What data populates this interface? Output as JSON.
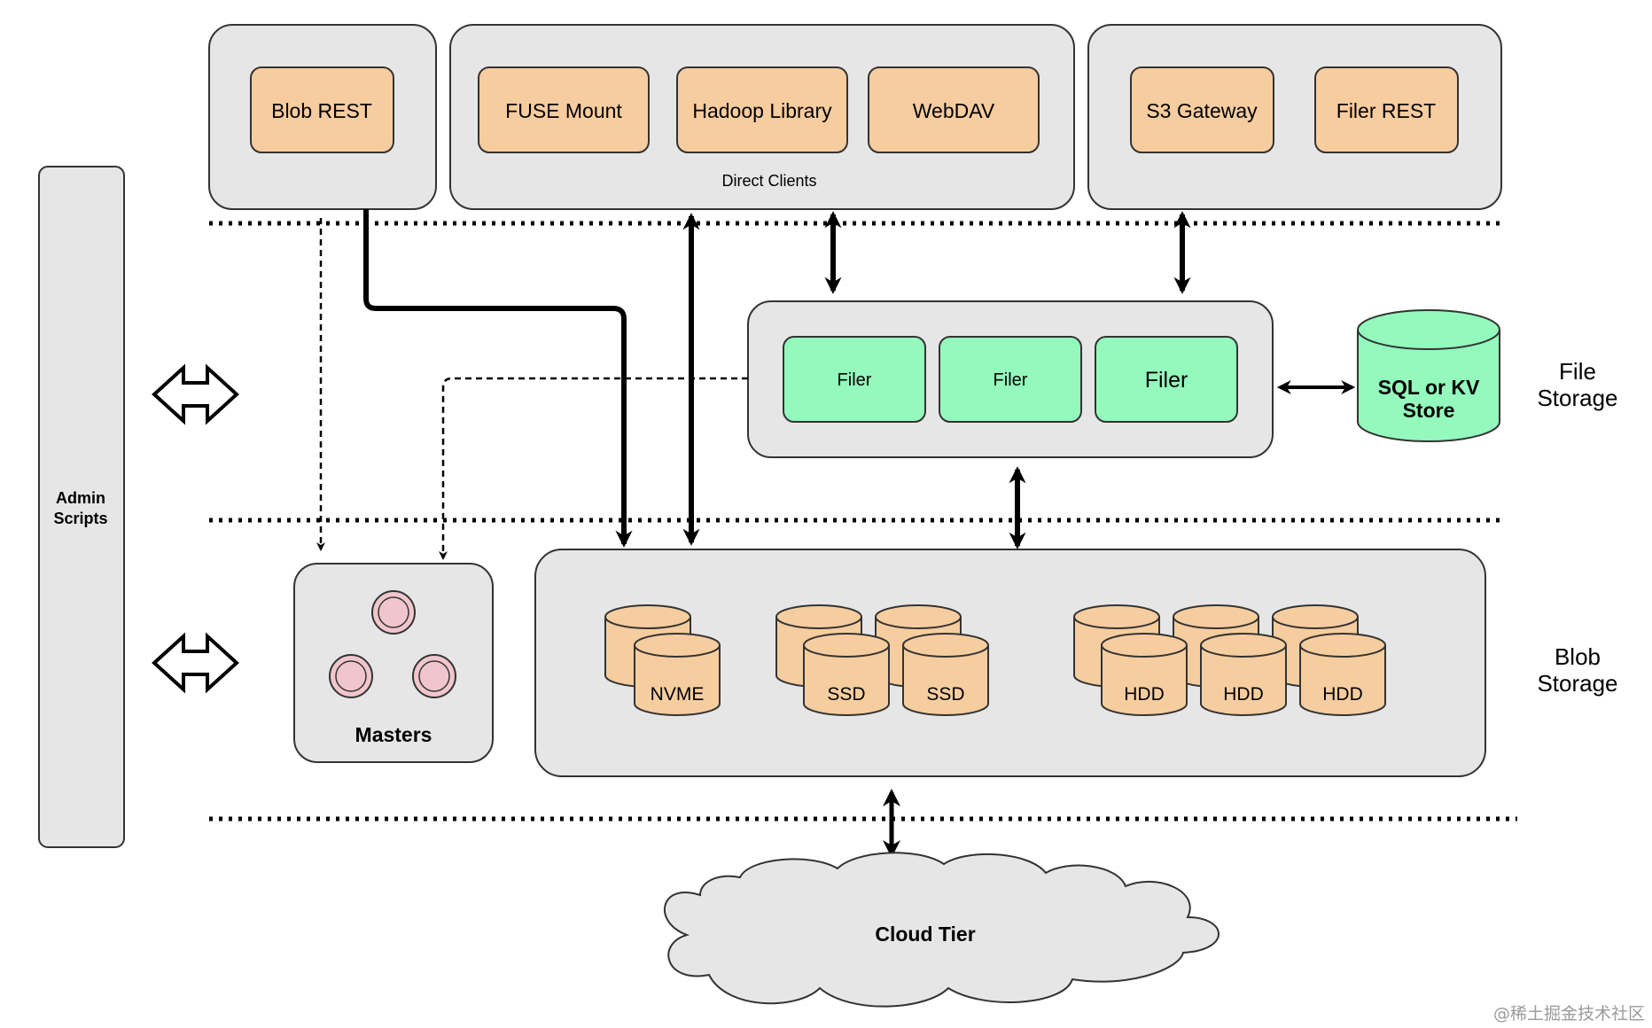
{
  "clients": {
    "blob_rest": "Blob REST",
    "fuse_mount": "FUSE Mount",
    "hadoop_library": "Hadoop Library",
    "webdav": "WebDAV",
    "direct_clients": "Direct Clients",
    "s3_gateway": "S3 Gateway",
    "filer_rest": "Filer REST"
  },
  "admin": {
    "line1": "Admin",
    "line2": "Scripts"
  },
  "filers": {
    "filer1": "Filer",
    "filer2": "Filer",
    "filer3": "Filer"
  },
  "store": {
    "line1": "SQL or KV",
    "line2": "Store"
  },
  "file_storage": {
    "line1": "File",
    "line2": "Storage"
  },
  "blob_storage": {
    "line1": "Blob",
    "line2": "Storage"
  },
  "masters": {
    "label": "Masters"
  },
  "disks": {
    "nvme": "NVME",
    "ssd1": "SSD",
    "ssd2": "SSD",
    "hdd1": "HDD",
    "hdd2": "HDD",
    "hdd3": "HDD"
  },
  "cloud": {
    "label": "Cloud Tier"
  },
  "watermark": "@稀土掘金技术社区",
  "colors": {
    "client_fill": "#f7cc9f",
    "filer_fill": "#93f9bc",
    "disk_fill": "#f6cd9f",
    "group_fill": "#e6e6e6",
    "master_fill": "#f0c6cc"
  }
}
